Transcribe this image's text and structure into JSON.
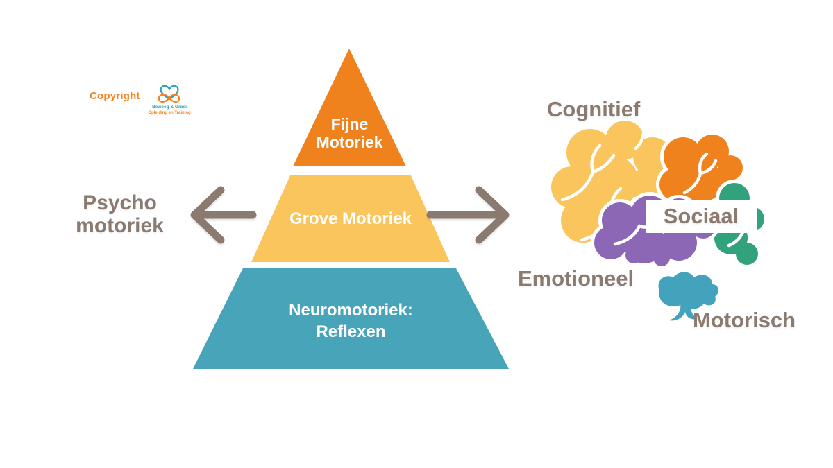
{
  "page": {
    "background": "#FFFFFF"
  },
  "branding": {
    "copyright_label": "Copyright",
    "logo_name": "Beweeg & Groei",
    "logo_tagline": "Opleiding en Training",
    "logo_teal": "#29A3B5",
    "logo_orange": "#F6821F"
  },
  "left_label": {
    "line1": "Psycho",
    "line2": "motoriek"
  },
  "arrows": {
    "color": "#8B7A6F",
    "direction": "bidirectional"
  },
  "pyramid": {
    "levels": [
      {
        "label": "Fijne Motoriek",
        "color": "#F0821E"
      },
      {
        "label": "Grove Motoriek",
        "color": "#FBC55D"
      },
      {
        "label": "Neuromotoriek: Reflexen",
        "color": "#47A4B9"
      }
    ]
  },
  "brain": {
    "label_cognitief": "Cognitief",
    "label_sociaal": "Sociaal",
    "label_emotioneel": "Emotioneel",
    "label_motorisch": "Motorisch",
    "colors": {
      "frontal": "#FBC55D",
      "parietal": "#F0821E",
      "occipital": "#31A27C",
      "cerebellum": "#44A3BC",
      "temporal": "#8C67B5"
    }
  },
  "text_color": "#8B7A6F"
}
